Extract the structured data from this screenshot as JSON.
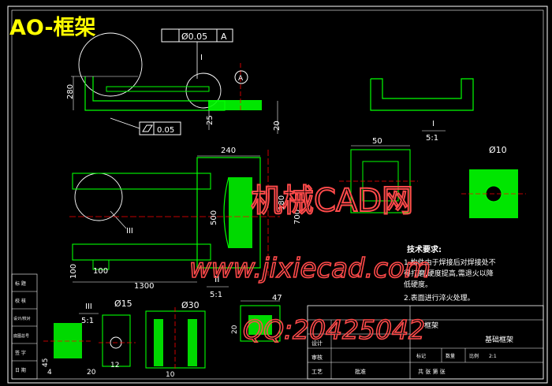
{
  "title": "AO-框架",
  "gdt": {
    "flatness_symbol": "▱",
    "flatness_value": "0.05",
    "position_symbol": "Ø0.05",
    "datum": "A"
  },
  "detail_labels": {
    "I": "I",
    "II": "II",
    "III": "III",
    "scale_I": "5:1",
    "scale_II": "5:1",
    "scale_III": "5:1"
  },
  "dims": {
    "d280": "280",
    "d25": "25",
    "d20": "20",
    "d20b": "20",
    "d240": "240",
    "d500": "500",
    "d700": "700",
    "d180": "180",
    "d100": "100",
    "d100b": "100",
    "d1300": "1300",
    "d50": "50",
    "d10": "Ø10",
    "d15": "Ø15",
    "d30": "Ø30",
    "d47": "47",
    "d12": "12",
    "d10b": "10",
    "d4": "4",
    "d45": "45",
    "d20c": "20"
  },
  "datum_circle": "A",
  "tech_req": {
    "heading": "技术要求:",
    "line1": "1.构件由于焊接后对焊接处不",
    "line2": "  得打磨,硬度提高,需退火以降",
    "line3": "  低硬度。",
    "line4": "2.表面进行淬火处理。"
  },
  "title_block": {
    "drawing_name": "框架",
    "material": "基础框架",
    "left_rows": [
      "标 题",
      "校 核",
      "设计/校对",
      "底图总号",
      "签 字",
      "日 期"
    ],
    "design": "设计",
    "process": "工艺",
    "review": "审核",
    "approve": "批准",
    "scale_lbl": "比例",
    "weight_lbl": "数量",
    "sheet_lbl": "共 张 第 张",
    "mark": "标记",
    "ratio": "2:1"
  },
  "watermark": {
    "line1": "机械CAD网",
    "line2": "www.jixiecad.com",
    "line3": "QQ:20425042"
  },
  "colors": {
    "background": "#000000",
    "frame": "#ffffff",
    "part": "#00ff00",
    "hatch": "#00ff00",
    "center": "#ff0000",
    "dim": "#ffffff",
    "leader": "#ff00ff",
    "title": "#ffff00",
    "watermark": "#ff4a4a"
  }
}
